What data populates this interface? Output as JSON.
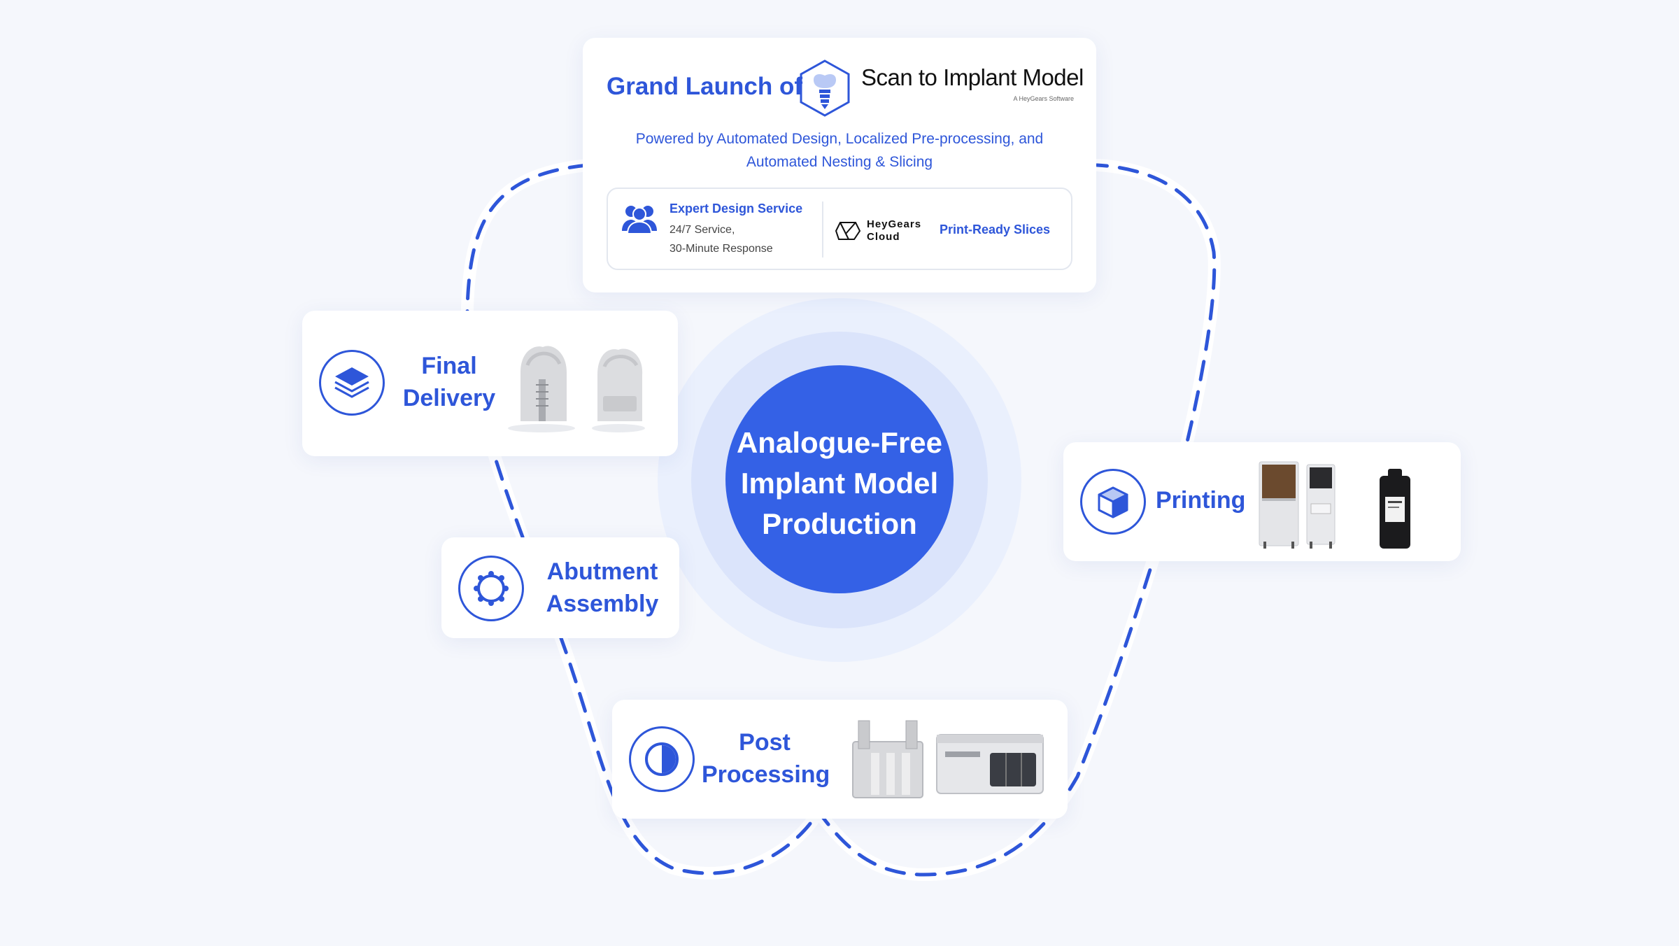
{
  "header": {
    "launch_prefix": "Grand Launch of",
    "product_name": "Scan to Implant Model",
    "product_subtitle": "A HeyGears Software",
    "powered_line1": "Powered by Automated Design, Localized Pre-processing, and",
    "powered_line2": "Automated Nesting & Slicing",
    "expert_title": "Expert Design Service",
    "expert_line1": "24/7 Service,",
    "expert_line2": "30-Minute Response",
    "cloud_logo_line1": "HeyGears",
    "cloud_logo_line2": "Cloud",
    "print_ready": "Print-Ready Slices"
  },
  "center": {
    "line1": "Analogue-Free",
    "line2": "Implant Model",
    "line3": "Production"
  },
  "steps": {
    "final_delivery": {
      "line1": "Final",
      "line2": "Delivery",
      "icon": "layers-icon"
    },
    "abutment_assembly": {
      "line1": "Abutment",
      "line2": "Assembly",
      "icon": "gear-icon"
    },
    "printing": {
      "label": "Printing",
      "icon": "cube-icon"
    },
    "post_processing": {
      "line1": "Post",
      "line2": "Processing",
      "icon": "half-circle-icon"
    }
  },
  "colors": {
    "accent": "#2e56d9",
    "center_fill": "#3461e6",
    "background": "#f5f7fc"
  }
}
